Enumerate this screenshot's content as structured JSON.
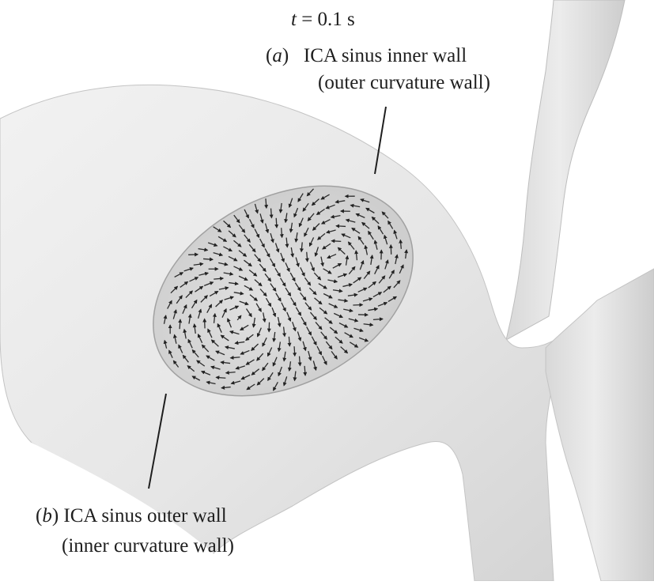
{
  "time_label": {
    "var": "t",
    "rest": " = 0.1 s"
  },
  "label_a": {
    "tag": "a",
    "line1": "ICA sinus inner wall",
    "line2": "(outer curvature wall)"
  },
  "label_b": {
    "tag": "b",
    "line1": "ICA sinus outer wall",
    "line2": "(inner curvature wall)"
  },
  "colors": {
    "vessel_fill": "#e9e9e9",
    "vessel_shade": "#cfcfcf",
    "background": "#ffffff",
    "arrow": "#2b2b2b"
  }
}
